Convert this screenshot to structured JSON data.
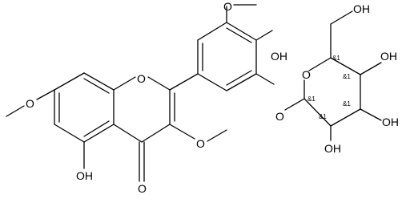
{
  "molecule": {
    "atom_labels": {
      "o_methoxy_left": "O",
      "o_ring_chromone": "O",
      "o_methoxy_top": "O",
      "oh_phenol": "OH",
      "o_sugar_ring": "O",
      "oh_ch2": "OH",
      "oh_c4": "OH",
      "oh_c3": "OH",
      "oh_c2": "OH",
      "o_glycosidic": "O",
      "o_methoxy_c3": "O",
      "oh_c5": "OH",
      "o_carbonyl": "O"
    },
    "stereo_labels": {
      "c5_sugar": "&1",
      "c4_sugar": "&1",
      "c1_sugar": "&1",
      "c3_sugar": "&1",
      "c2_sugar": "&1"
    }
  }
}
